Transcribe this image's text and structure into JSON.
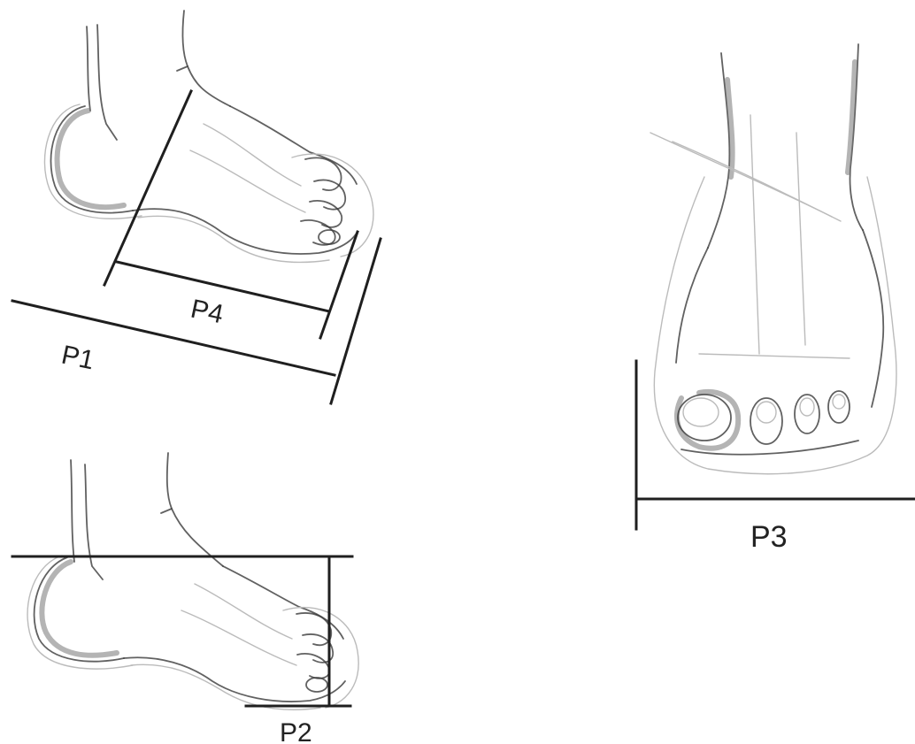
{
  "labels": {
    "p1": "P1",
    "p2": "P2",
    "p3": "P3",
    "p4": "P4"
  },
  "colors": {
    "measure_line": "#1f1f1f",
    "sketch": "#3a3a3a",
    "sketch_light": "#bbbbbb"
  }
}
